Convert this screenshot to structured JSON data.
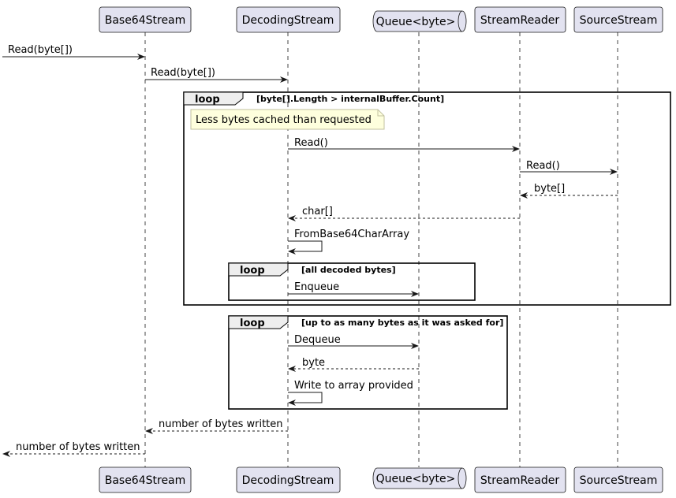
{
  "participants": [
    {
      "id": "base64",
      "label": "Base64Stream",
      "shape": "box"
    },
    {
      "id": "decoding",
      "label": "DecodingStream",
      "shape": "box"
    },
    {
      "id": "queue",
      "label": "Queue<byte>",
      "shape": "queue"
    },
    {
      "id": "reader",
      "label": "StreamReader",
      "shape": "box"
    },
    {
      "id": "source",
      "label": "SourceStream",
      "shape": "box"
    }
  ],
  "messages": [
    {
      "from": "external",
      "to": "base64",
      "label": "Read(byte[])",
      "style": "solid"
    },
    {
      "from": "base64",
      "to": "decoding",
      "label": "Read(byte[])",
      "style": "solid"
    },
    {
      "from": "decoding",
      "to": "reader",
      "label": "Read()",
      "style": "solid"
    },
    {
      "from": "reader",
      "to": "source",
      "label": "Read()",
      "style": "solid"
    },
    {
      "from": "source",
      "to": "reader",
      "label": "byte[]",
      "style": "dashed"
    },
    {
      "from": "reader",
      "to": "decoding",
      "label": "char[]",
      "style": "dashed"
    },
    {
      "from": "decoding",
      "to": "decoding",
      "label": "FromBase64CharArray",
      "style": "self"
    },
    {
      "from": "decoding",
      "to": "queue",
      "label": "Enqueue",
      "style": "solid"
    },
    {
      "from": "decoding",
      "to": "queue",
      "label": "Dequeue",
      "style": "solid"
    },
    {
      "from": "queue",
      "to": "decoding",
      "label": "byte",
      "style": "dashed"
    },
    {
      "from": "decoding",
      "to": "decoding",
      "label": "Write to array provided",
      "style": "self"
    },
    {
      "from": "decoding",
      "to": "base64",
      "label": "number of bytes written",
      "style": "dashed"
    },
    {
      "from": "base64",
      "to": "external",
      "label": "number of bytes written",
      "style": "dashed"
    }
  ],
  "fragments": [
    {
      "tag": "loop",
      "condition": "[byte[].Length > internalBuffer.Count]"
    },
    {
      "tag": "loop",
      "condition": "[all decoded bytes]"
    },
    {
      "tag": "loop",
      "condition": "[up to as many bytes as it was asked for]"
    }
  ],
  "note": {
    "text": "Less bytes cached than requested"
  },
  "colors": {
    "participant_fill": "#e2e2f0",
    "participant_border": "#181818",
    "note_fill": "#feffdd",
    "note_border": "#c2c2a0",
    "line": "#181818"
  }
}
